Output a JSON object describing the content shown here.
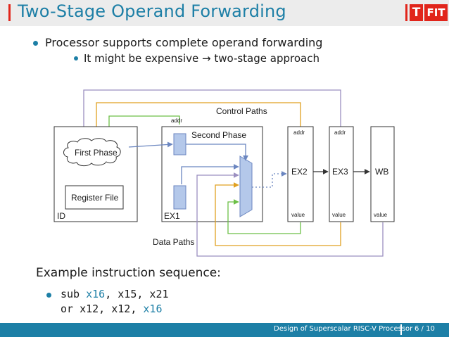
{
  "slide": {
    "title": "Two-Stage Operand Forwarding",
    "logo": {
      "t": "T",
      "fit": "FIT"
    },
    "bullets": [
      {
        "text": "Processor supports complete operand forwarding"
      },
      {
        "text": "It might be expensive → two-stage approach"
      }
    ],
    "example_heading": "Example instruction sequence:",
    "code": [
      {
        "mnemonic": "sub ",
        "dst": "x16",
        "sep1": ", x15, x21",
        "sep2": ""
      },
      {
        "mnemonic": "or x12, x12, ",
        "dst": "x16",
        "sep1": "",
        "sep2": ""
      }
    ]
  },
  "diagram": {
    "control_paths_label": "Control Paths",
    "data_paths_label": "Data Paths",
    "addr_label": "addr",
    "id_stage": {
      "label": "ID",
      "first_phase": "First Phase",
      "register_file": "Register File"
    },
    "ex1_stage": {
      "label": "EX1",
      "second_phase": "Second Phase"
    },
    "ex2_stage": {
      "label": "EX2",
      "addr": "addr",
      "value": "value"
    },
    "ex3_stage": {
      "label": "EX3",
      "addr": "addr",
      "value": "value"
    },
    "wb_stage": {
      "label": "WB",
      "value": "value"
    },
    "colors": {
      "purple": "#9b8fc0",
      "orange": "#e0a020",
      "green": "#6cbf47",
      "blue": "#6b86c0",
      "mux_fill": "#b4c8ea",
      "mux_stroke": "#6b86c0"
    }
  },
  "footer": {
    "title": "Design of Superscalar RISC-V Processor",
    "page": "6 / 10"
  }
}
